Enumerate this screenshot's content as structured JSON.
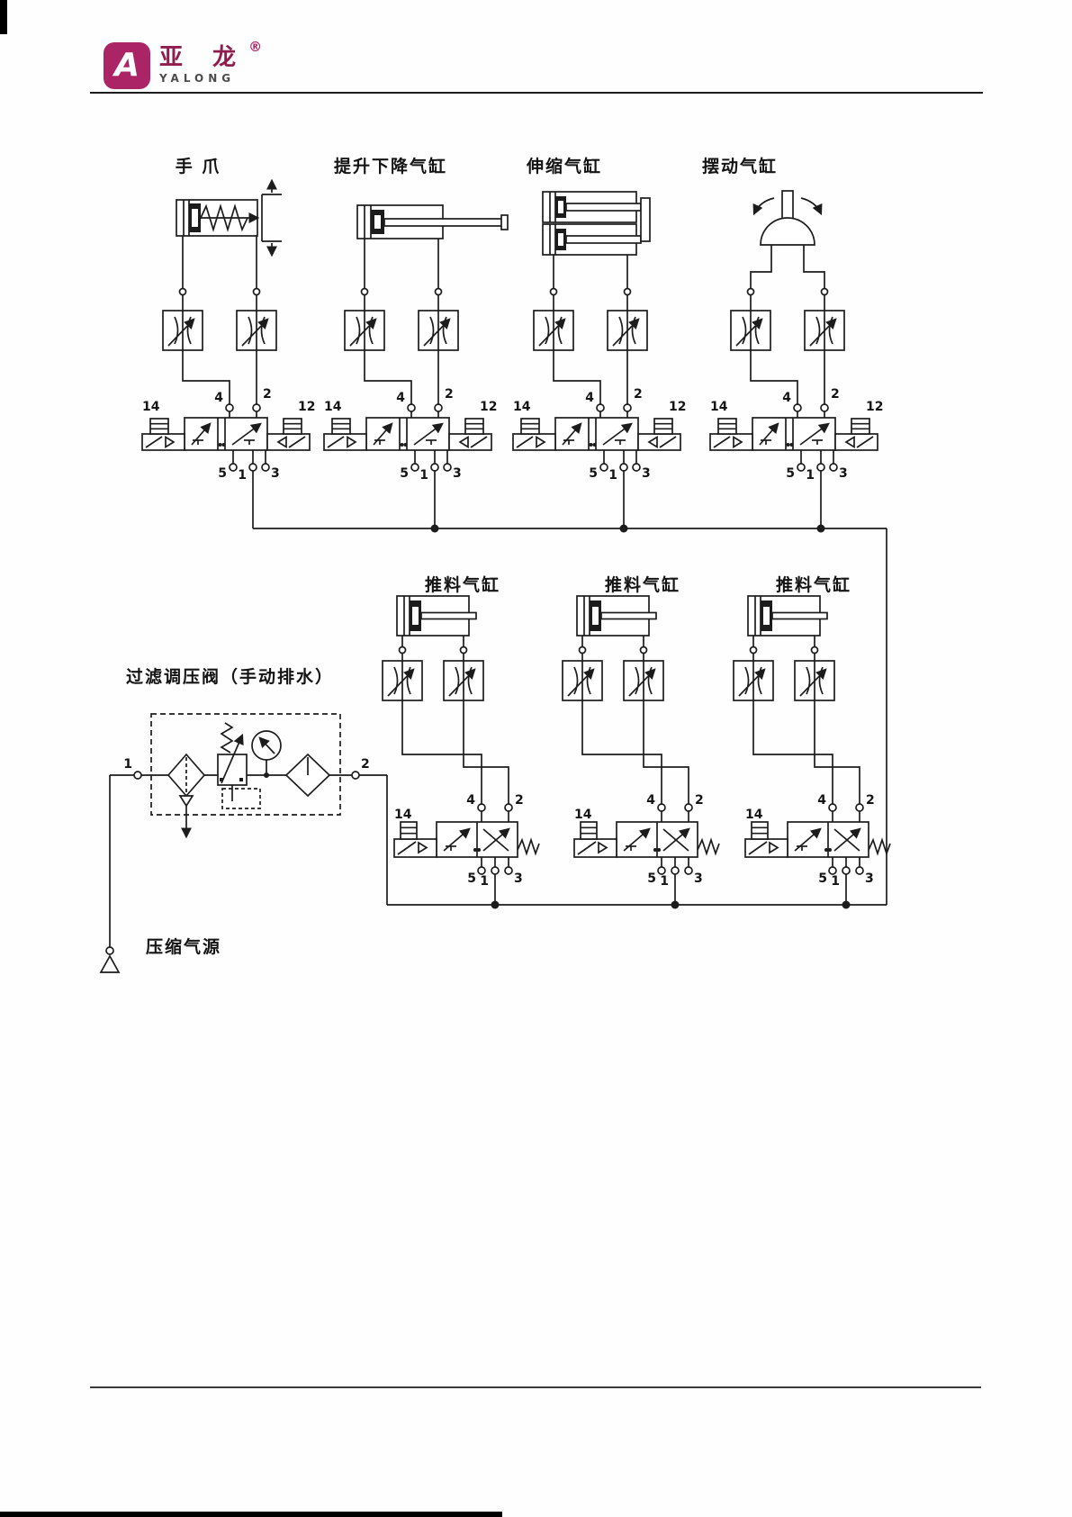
{
  "colors": {
    "brand": "#ab2566",
    "ink": "#1c1c1c"
  },
  "header": {
    "logo_letter": "A",
    "brand_cjk": "亚 龙",
    "brand_latin": "YALONG",
    "registered_mark": "®"
  },
  "diagram": {
    "top_groups": [
      {
        "label": "手 爪"
      },
      {
        "label": "提升下降气缸"
      },
      {
        "label": "伸缩气缸"
      },
      {
        "label": "摆动气缸"
      }
    ],
    "bottom_groups": [
      {
        "label": "推料气缸"
      },
      {
        "label": "推料气缸"
      },
      {
        "label": "推料气缸"
      }
    ],
    "frl": {
      "label": "过滤调压阀（手动排水）",
      "port_in": "1",
      "port_out": "2"
    },
    "source": {
      "label": "压缩气源"
    },
    "valve_ports": {
      "p14": "14",
      "p12": "12",
      "p4": "4",
      "p2": "2",
      "p5": "5",
      "p1": "1",
      "p3": "3"
    }
  }
}
